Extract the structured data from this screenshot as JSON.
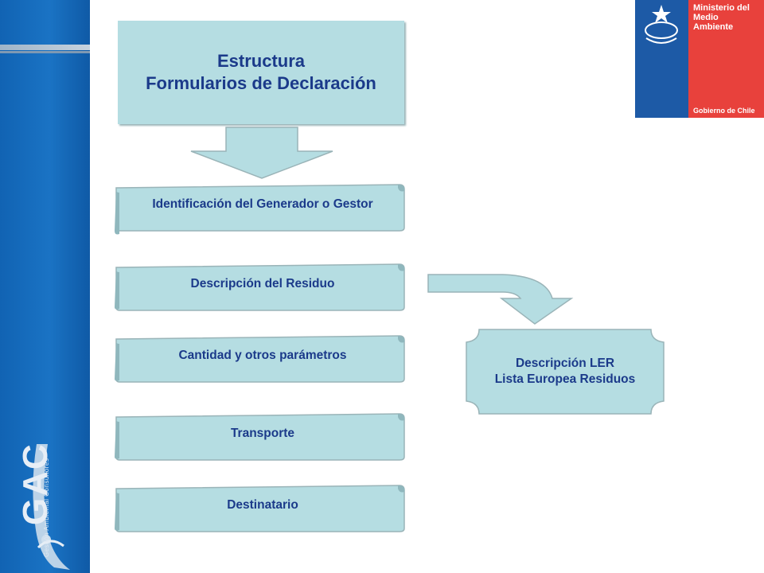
{
  "header": {
    "line1": "Estructura",
    "line2": "Formularios de Declaración"
  },
  "steps": [
    {
      "label": "Identificación del Generador o Gestor"
    },
    {
      "label": "Descripción del Residuo"
    },
    {
      "label": "Cantidad y otros parámetros"
    },
    {
      "label": "Transporte"
    },
    {
      "label": "Destinatario"
    }
  ],
  "ler": {
    "line1": "Descripción LER",
    "line2": "Lista Europea Residuos"
  },
  "ministry_logo": {
    "line1": "Ministerio del",
    "line2": "Medio",
    "line3": "Ambiente",
    "footer": "Gobierno de Chile"
  },
  "gac_logo": {
    "letters": "GAC",
    "sub": "Gestión Ambiental Consultores"
  },
  "colors": {
    "box_fill": "#b5dde2",
    "text": "#1b3a8a",
    "sidebar": "#1a6fc0",
    "ministry_blue": "#1d5aa6",
    "ministry_red": "#e8413c"
  }
}
